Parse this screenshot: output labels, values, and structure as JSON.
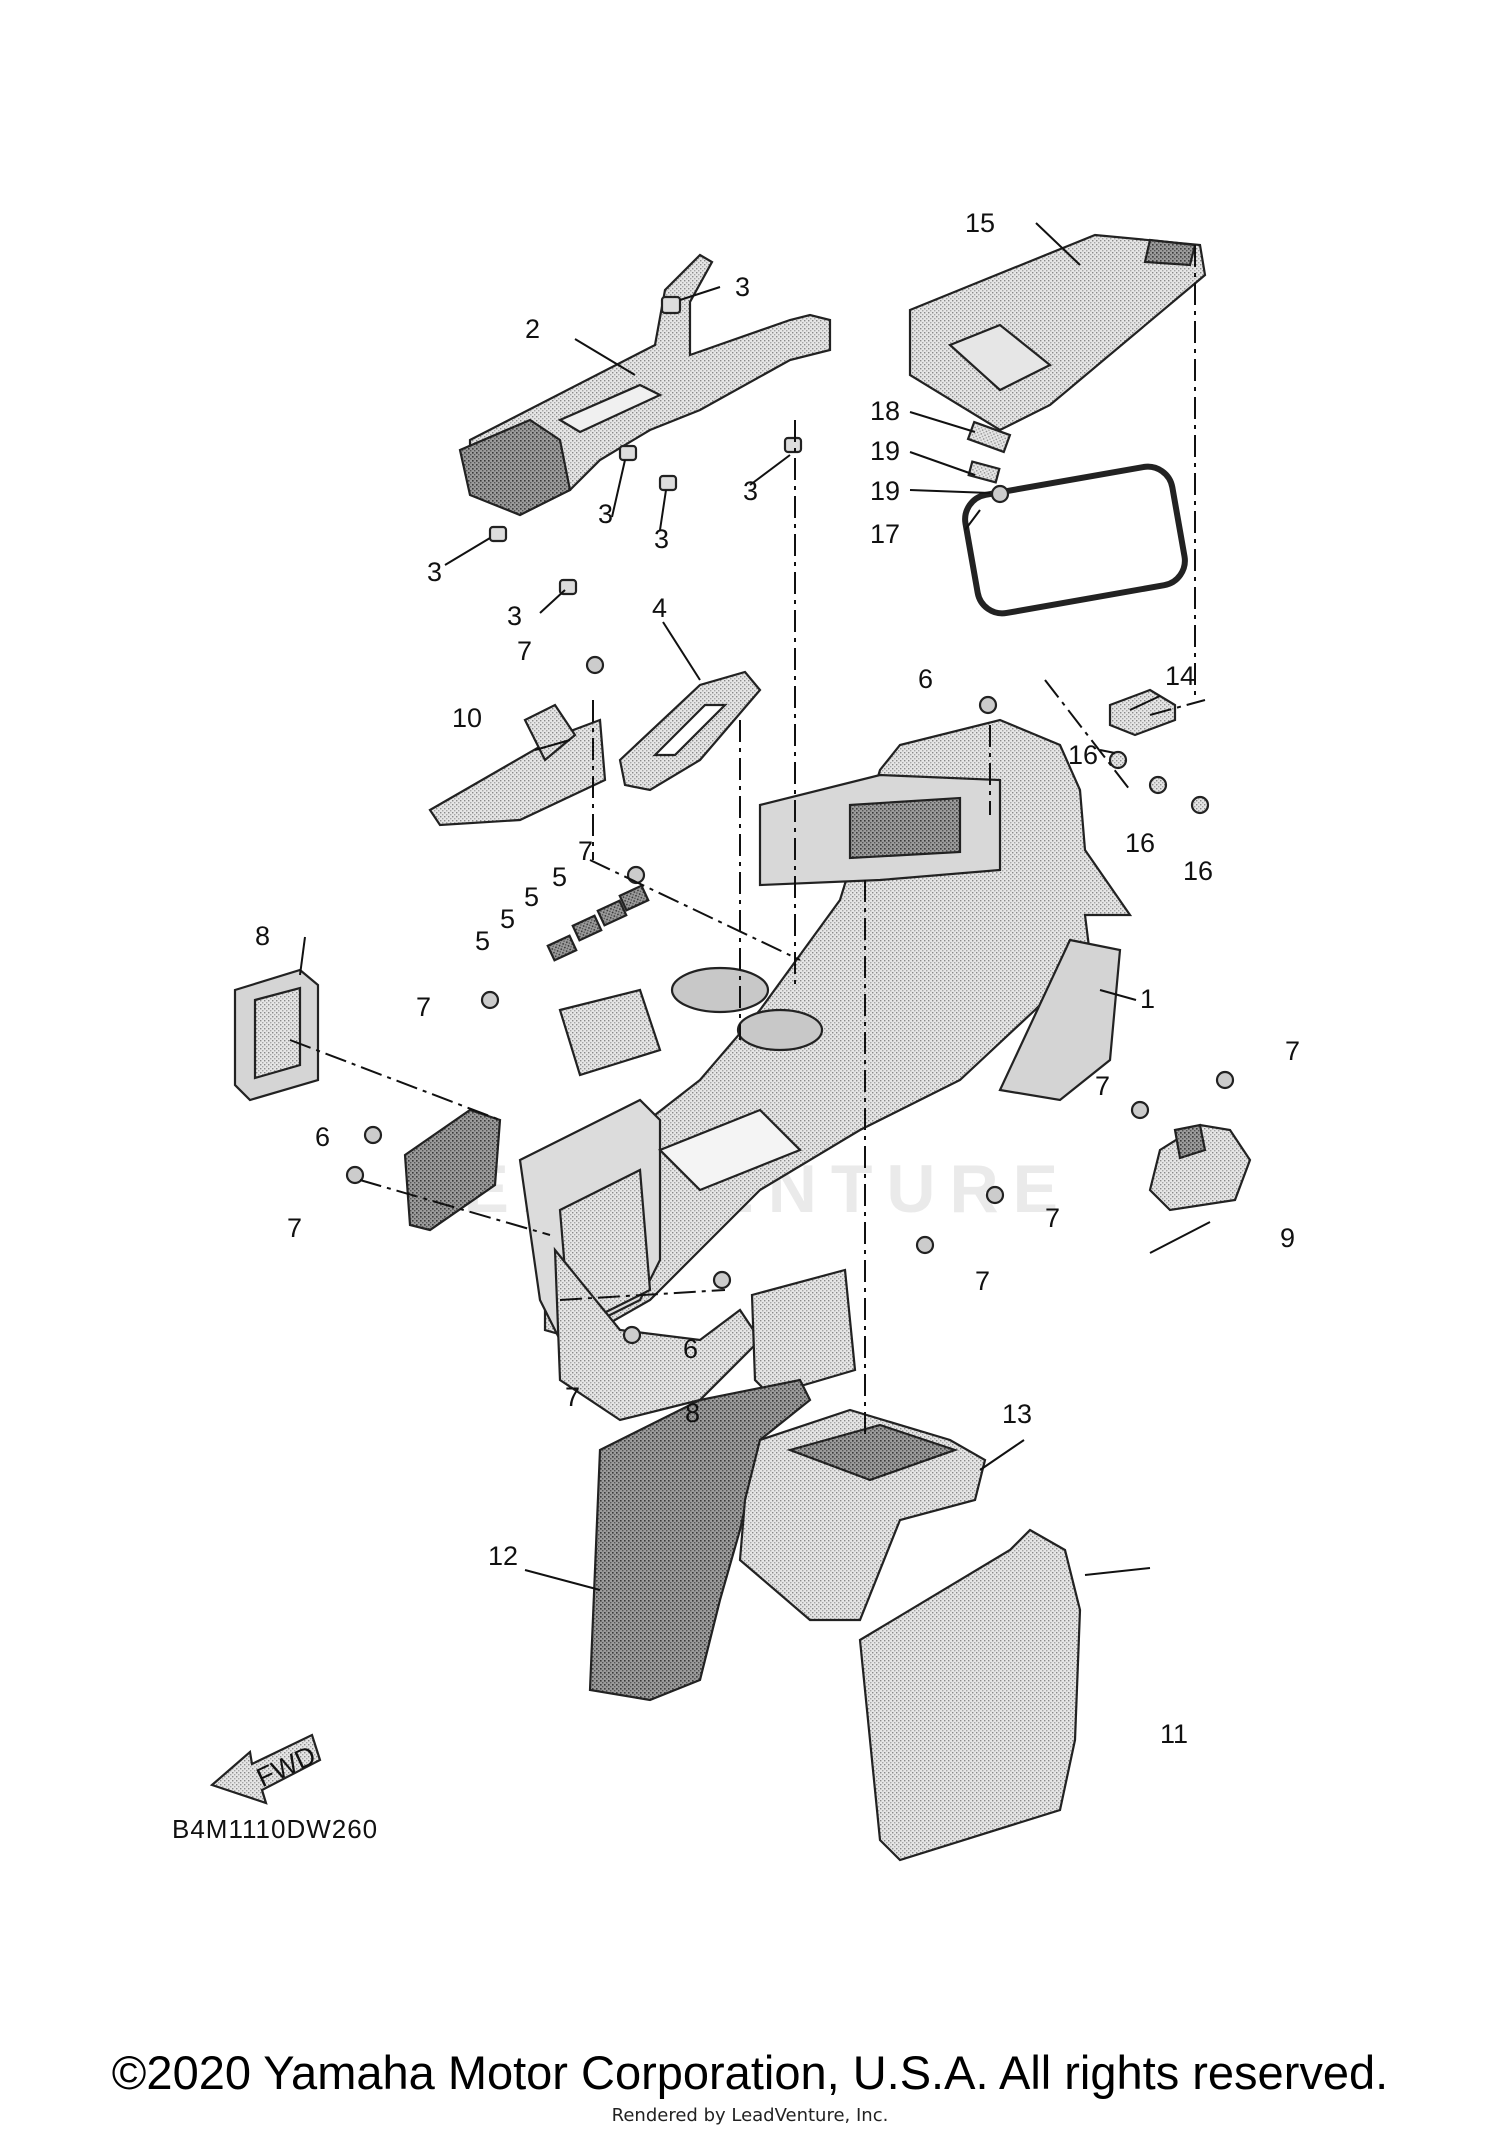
{
  "diagram": {
    "callouts": [
      "1",
      "2",
      "3",
      "4",
      "5",
      "6",
      "7",
      "8",
      "9",
      "10",
      "11",
      "12",
      "13",
      "14",
      "15",
      "16",
      "17",
      "18",
      "19"
    ],
    "arrow_label": "FWD",
    "code": "B4M1110DW260",
    "watermark": "LEADVENTURE"
  },
  "footer": {
    "copyright": "©2020 Yamaha Motor Corporation, U.S.A. All rights reserved.",
    "rendered_by": "Rendered by LeadVenture, Inc."
  },
  "colors": {
    "line": "#111111",
    "part_fill": "#cfcfcf",
    "background": "#ffffff"
  }
}
